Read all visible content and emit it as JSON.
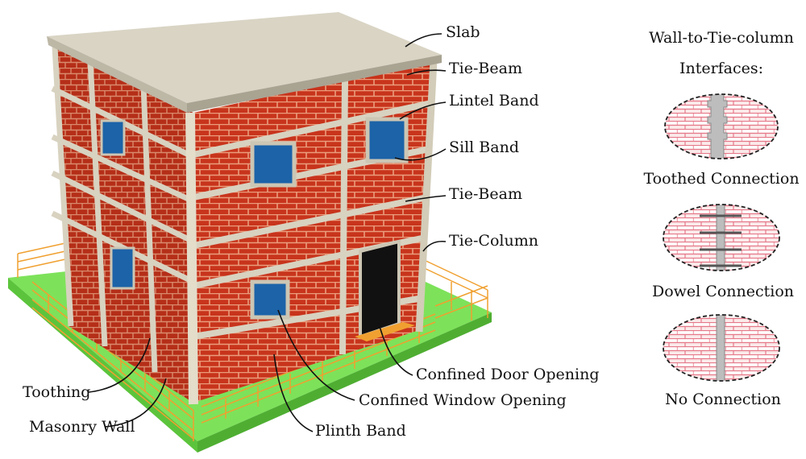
{
  "labels": {
    "slab": "Slab",
    "tie_beam_top": "Tie-Beam",
    "lintel_band": "Lintel Band",
    "sill_band": "Sill Band",
    "tie_beam_mid": "Tie-Beam",
    "tie_column": "Tie-Column",
    "door_opening": "Confined Door Opening",
    "window_opening": "Confined Window Opening",
    "plinth_band": "Plinth Band",
    "toothing": "Toothing",
    "masonry_wall": "Masonry Wall"
  },
  "interfaces": {
    "title_line1": "Wall-to-Tie-column",
    "title_line2": "Interfaces:",
    "items": [
      {
        "label": "Toothed Connection",
        "type": "toothed"
      },
      {
        "label": "Dowel Connection",
        "type": "dowel"
      },
      {
        "label": "No Connection",
        "type": "none"
      }
    ]
  },
  "colors": {
    "brick": "#c8341c",
    "mortar": "#e89a7a",
    "concrete": "#d9d4c4",
    "window": "#1c63a8",
    "ground": "#7de25a",
    "fence": "#f0a030",
    "interface_brick": "#f4b8bf"
  }
}
